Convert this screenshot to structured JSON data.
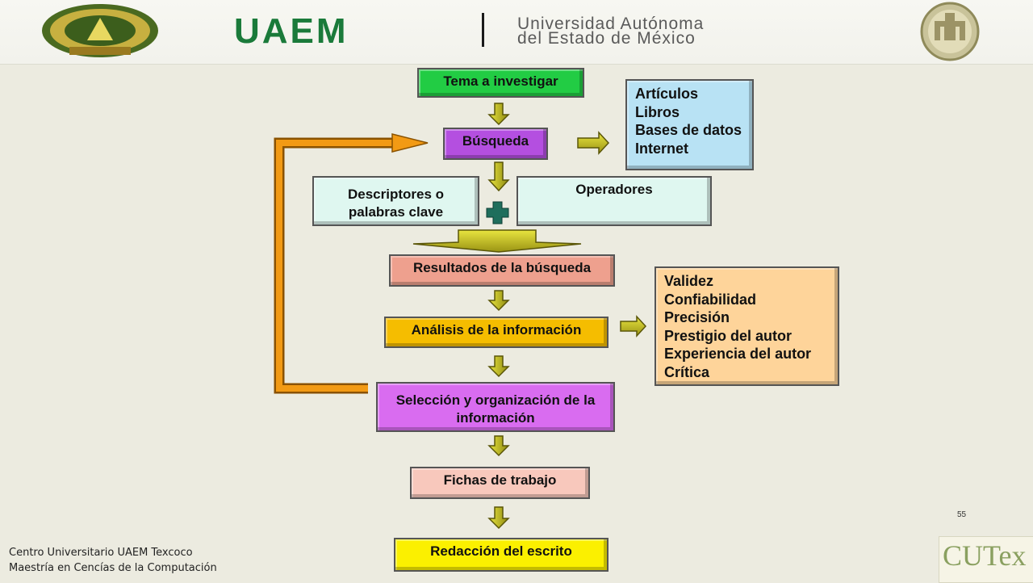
{
  "header": {
    "brand": "UAEM",
    "university_line1": "Universidad Autónoma",
    "university_line2": "del Estado de México"
  },
  "diagram": {
    "tema": "Tema a investigar",
    "busqueda": "Búsqueda",
    "fuentes": [
      "Artículos",
      "Libros",
      "Bases de datos",
      "Internet"
    ],
    "descriptores_line1": "Descriptores o",
    "descriptores_line2": "palabras clave",
    "operadores": "Operadores",
    "resultados": "Resultados de la búsqueda",
    "analisis": "Análisis de la información",
    "criterios": [
      "Validez",
      "Confiabilidad",
      "Precisión",
      "Prestigio del autor",
      "Experiencia del autor",
      "Crítica"
    ],
    "seleccion_line1": "Selección y organización de la",
    "seleccion_line2": "información",
    "fichas": "Fichas de trabajo",
    "redaccion": "Redacción del escrito"
  },
  "footer": {
    "line1": "Centro Universitario UAEM Texcoco",
    "line2": "Maestría en Cencías de la Computación",
    "page_number": "55",
    "logo_text": "CUTex"
  },
  "colors": {
    "green": "#22cc44",
    "violet": "#b44fe0",
    "light_blue": "#b8e2f4",
    "mint": "#dff7f0",
    "salmon": "#eea08e",
    "gold": "#f5bd00",
    "magenta": "#d96cf0",
    "pink": "#f8c8bc",
    "yellow": "#fbf000",
    "peach": "#fed49a",
    "arrow_olive": "#c6c21e",
    "loop_orange": "#e88c0e"
  }
}
